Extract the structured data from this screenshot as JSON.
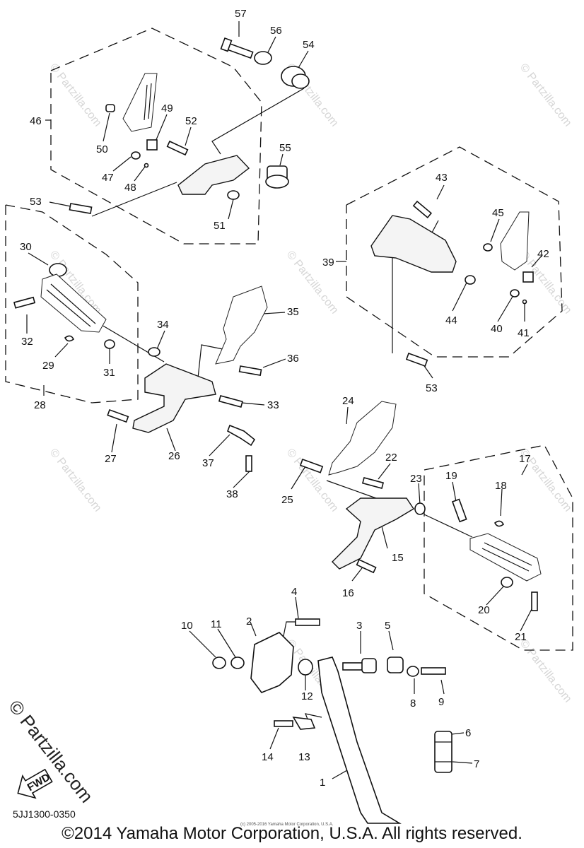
{
  "diagram": {
    "callouts": [
      "1",
      "2",
      "3",
      "4",
      "5",
      "6",
      "7",
      "8",
      "9",
      "10",
      "11",
      "12",
      "13",
      "14",
      "15",
      "16",
      "17",
      "18",
      "19",
      "20",
      "21",
      "22",
      "23",
      "24",
      "25",
      "26",
      "27",
      "28",
      "29",
      "30",
      "31",
      "32",
      "33",
      "34",
      "35",
      "36",
      "37",
      "38",
      "39",
      "40",
      "41",
      "42",
      "43",
      "44",
      "45",
      "46",
      "47",
      "48",
      "49",
      "50",
      "51",
      "52",
      "53",
      "54",
      "55",
      "56",
      "57"
    ],
    "callout_53b": "53"
  },
  "watermark": {
    "repeated_text": "© Partzilla.com",
    "side_text": "© Partzilla.com"
  },
  "fwd_label": "FWD",
  "code_label": "5JJ1300-0350",
  "tiny_note": "(c) 2005-2016 Yamaha Motor Corporation, U.S.A.",
  "copyright": "©2014 Yamaha Motor Corporation, U.S.A. All rights reserved."
}
